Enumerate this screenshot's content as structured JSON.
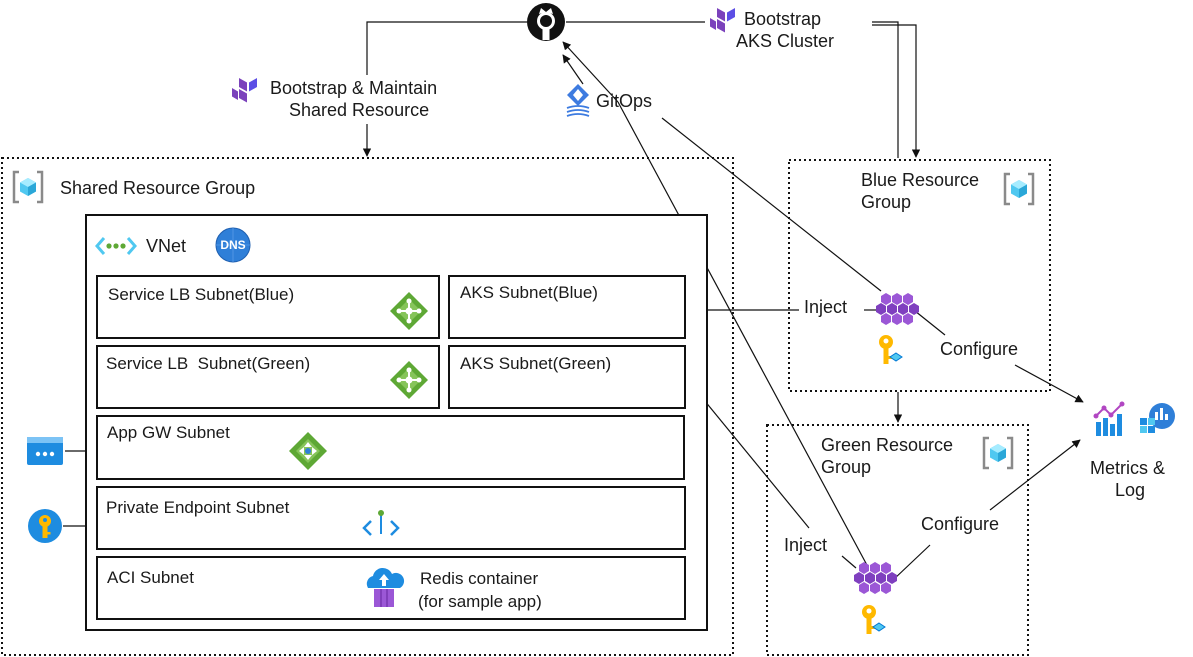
{
  "colors": {
    "terraform": "#7B42BC",
    "azure_blue": "#0078D4",
    "cyan": "#50E6FF",
    "green": "#5EA835",
    "yellow": "#FFB900",
    "purple": "#8661C5"
  },
  "icons": {
    "github": "github-icon",
    "terraform": "terraform-icon",
    "gitops": "gitops-flux-icon",
    "resource_group": "resource-group-icon",
    "vnet": "vnet-icon",
    "dns": "dns-zone-icon",
    "load_balancer": "load-balancer-icon",
    "app_gateway": "application-gateway-icon",
    "private_endpoint": "private-endpoint-icon",
    "key_vault": "key-vault-icon",
    "aci": "container-instance-icon",
    "aks": "aks-cluster-icon",
    "managed_identity": "managed-identity-icon",
    "monitor_metrics": "metrics-icon",
    "log_analytics": "log-analytics-icon",
    "front_door": "web-endpoint-icon"
  },
  "labels": {
    "bootstrap_shared_1": "Bootstrap & Maintain",
    "bootstrap_shared_2": "Shared Resource",
    "bootstrap_aks_1": "Bootstrap",
    "bootstrap_aks_2": "AKS Cluster",
    "gitops": "GitOps",
    "shared_rg": "Shared Resource Group",
    "blue_rg_1": "Blue Resource",
    "blue_rg_2": "Group",
    "green_rg_1": "Green Resource",
    "green_rg_2": "Group",
    "vnet": "VNet",
    "dns": "DNS",
    "subnet_lb_blue": "Service LB Subnet(Blue)",
    "subnet_aks_blue": "AKS Subnet(Blue)",
    "subnet_lb_green": "Service LB  Subnet(Green)",
    "subnet_aks_green": "AKS Subnet(Green)",
    "subnet_appgw": "App GW Subnet",
    "subnet_pe": "Private Endpoint Subnet",
    "subnet_aci": "ACI Subnet",
    "redis_1": "Redis container",
    "redis_2": "(for sample app)",
    "inject_blue": "Inject",
    "inject_green": "Inject",
    "configure_blue": "Configure",
    "configure_green": "Configure",
    "metrics_1": "Metrics &",
    "metrics_2": "Log"
  }
}
